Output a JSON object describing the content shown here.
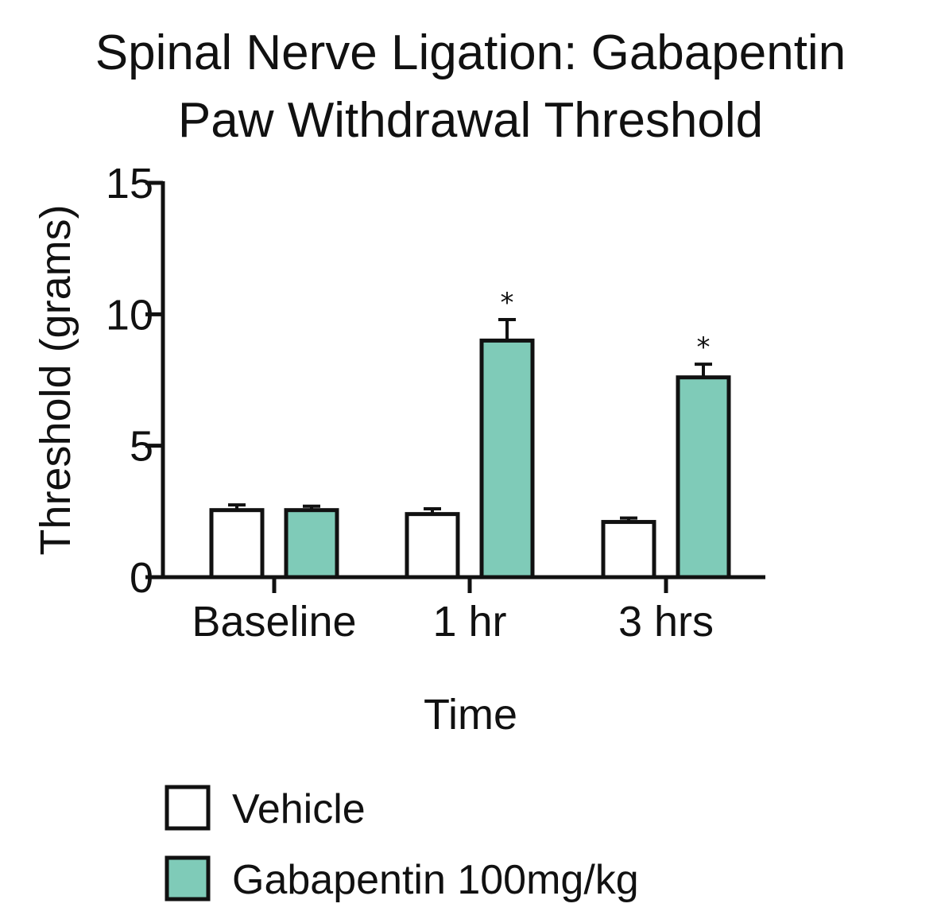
{
  "colors": {
    "vehicle": "#ffffff",
    "gabapentin": "#7fcbb8",
    "stroke": "#111111"
  },
  "chart_data": {
    "type": "bar",
    "title": [
      "Spinal Nerve Ligation: Gabapentin",
      "Paw Withdrawal Threshold"
    ],
    "xlabel": "Time",
    "ylabel": "Threshold (grams)",
    "ylim": [
      0,
      15
    ],
    "yticks": [
      "0",
      "5",
      "10",
      "15"
    ],
    "ytick_values": [
      0,
      5,
      10,
      15
    ],
    "categories": [
      "Baseline",
      "1 hr",
      "3 hrs"
    ],
    "grid": false,
    "legend_position": "bottom-left",
    "series": [
      {
        "name": "Vehicle",
        "values": [
          2.55,
          2.4,
          2.1
        ],
        "errors": [
          0.2,
          0.2,
          0.15
        ],
        "significance": [
          "",
          "",
          ""
        ]
      },
      {
        "name": "Gabapentin 100mg/kg",
        "values": [
          2.55,
          9.0,
          7.6
        ],
        "errors": [
          0.15,
          0.8,
          0.5
        ],
        "significance": [
          "",
          "*",
          "*"
        ]
      }
    ]
  }
}
